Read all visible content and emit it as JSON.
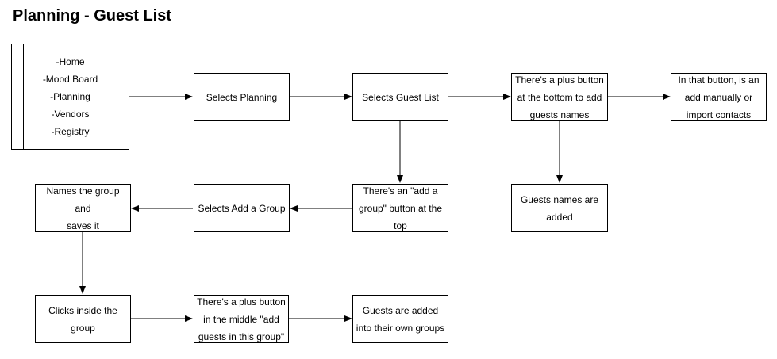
{
  "title": "Planning - Guest List",
  "menu": {
    "items": [
      "-Home",
      "-Mood Board",
      "-Planning",
      "-Vendors",
      "-Registry"
    ]
  },
  "nodes": {
    "selects_planning": [
      "Selects Planning"
    ],
    "selects_guest_list": [
      "Selects Guest List"
    ],
    "plus_button_bottom": [
      "There's a plus button",
      "at the bottom to add",
      "guests names"
    ],
    "add_manually": [
      "In that button, is an",
      "add manually or",
      "import contacts"
    ],
    "add_group_button": [
      "There's an \"add a",
      "group\" button at the",
      "top"
    ],
    "selects_add_group": [
      "Selects Add a Group"
    ],
    "names_group": [
      "Names the group and",
      "saves it"
    ],
    "guests_names_added": [
      "Guests names are",
      "added"
    ],
    "clicks_inside_group": [
      "Clicks inside the",
      "group"
    ],
    "plus_button_middle": [
      "There's a plus button",
      "in the middle \"add",
      "guests in this group\""
    ],
    "guests_added_groups": [
      "Guests are added",
      "into their own groups"
    ]
  }
}
